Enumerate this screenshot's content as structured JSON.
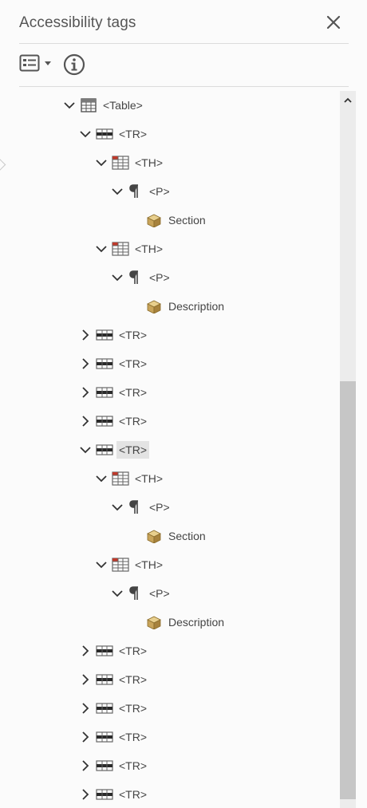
{
  "panel": {
    "title": "Accessibility tags",
    "close_icon": "close-icon",
    "options_icon": "options-menu-icon",
    "info_icon": "info-icon"
  },
  "tree": {
    "rows": [
      {
        "label": "<Table>",
        "type": "table",
        "expanded": true,
        "depth": 0
      },
      {
        "label": "<TR>",
        "type": "tr",
        "expanded": true,
        "depth": 1
      },
      {
        "label": "<TH>",
        "type": "th",
        "expanded": true,
        "depth": 2
      },
      {
        "label": "<P>",
        "type": "p",
        "expanded": true,
        "depth": 3
      },
      {
        "label": "Section",
        "type": "content",
        "depth": 4
      },
      {
        "label": "<TH>",
        "type": "th",
        "expanded": true,
        "depth": 2
      },
      {
        "label": "<P>",
        "type": "p",
        "expanded": true,
        "depth": 3
      },
      {
        "label": "Description",
        "type": "content",
        "depth": 4
      },
      {
        "label": "<TR>",
        "type": "tr",
        "expanded": false,
        "depth": 1
      },
      {
        "label": "<TR>",
        "type": "tr",
        "expanded": false,
        "depth": 1
      },
      {
        "label": "<TR>",
        "type": "tr",
        "expanded": false,
        "depth": 1
      },
      {
        "label": "<TR>",
        "type": "tr",
        "expanded": false,
        "depth": 1
      },
      {
        "label": "<TR>",
        "type": "tr",
        "expanded": true,
        "depth": 1,
        "selected": true
      },
      {
        "label": "<TH>",
        "type": "th",
        "expanded": true,
        "depth": 2
      },
      {
        "label": "<P>",
        "type": "p",
        "expanded": true,
        "depth": 3
      },
      {
        "label": "Section",
        "type": "content",
        "depth": 4
      },
      {
        "label": "<TH>",
        "type": "th",
        "expanded": true,
        "depth": 2
      },
      {
        "label": "<P>",
        "type": "p",
        "expanded": true,
        "depth": 3
      },
      {
        "label": "Description",
        "type": "content",
        "depth": 4
      },
      {
        "label": "<TR>",
        "type": "tr",
        "expanded": false,
        "depth": 1
      },
      {
        "label": "<TR>",
        "type": "tr",
        "expanded": false,
        "depth": 1
      },
      {
        "label": "<TR>",
        "type": "tr",
        "expanded": false,
        "depth": 1
      },
      {
        "label": "<TR>",
        "type": "tr",
        "expanded": false,
        "depth": 1
      },
      {
        "label": "<TR>",
        "type": "tr",
        "expanded": false,
        "depth": 1
      },
      {
        "label": "<TR>",
        "type": "tr",
        "expanded": false,
        "depth": 1
      }
    ]
  },
  "colors": {
    "selection": "#e3e3e3",
    "header_red": "#c0392b",
    "content_tan": "#c8a45a"
  }
}
